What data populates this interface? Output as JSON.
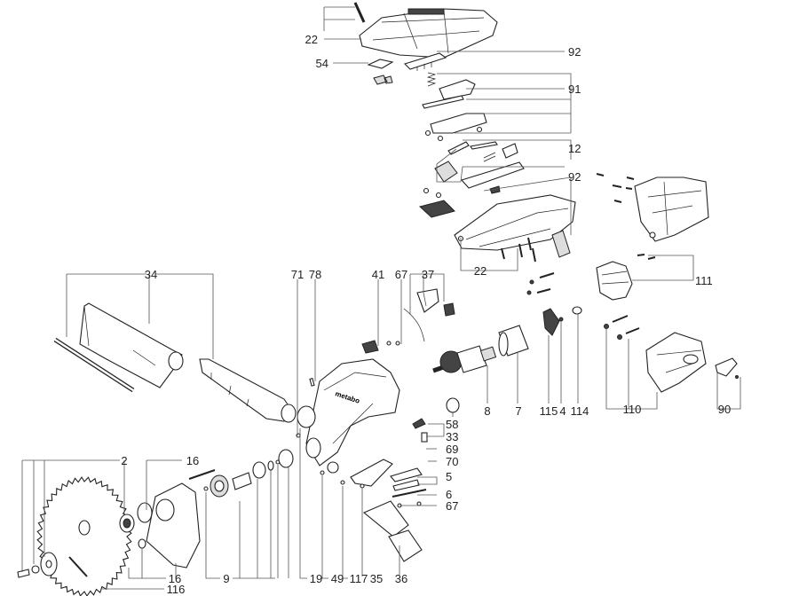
{
  "diagram": {
    "type": "exploded-parts-view",
    "subject": "Miter saw assembly",
    "brand_mark": "metabo",
    "labels": [
      {
        "id": "22a",
        "text": "22"
      },
      {
        "id": "92a",
        "text": "92"
      },
      {
        "id": "54",
        "text": "54"
      },
      {
        "id": "91",
        "text": "91"
      },
      {
        "id": "12",
        "text": "12"
      },
      {
        "id": "92b",
        "text": "92"
      },
      {
        "id": "22b",
        "text": "22"
      },
      {
        "id": "111",
        "text": "111"
      },
      {
        "id": "34",
        "text": "34"
      },
      {
        "id": "71",
        "text": "71"
      },
      {
        "id": "78",
        "text": "78"
      },
      {
        "id": "41",
        "text": "41"
      },
      {
        "id": "67a",
        "text": "67"
      },
      {
        "id": "37",
        "text": "37"
      },
      {
        "id": "8",
        "text": "8"
      },
      {
        "id": "7",
        "text": "7"
      },
      {
        "id": "115",
        "text": "115"
      },
      {
        "id": "4",
        "text": "4"
      },
      {
        "id": "114",
        "text": "114"
      },
      {
        "id": "110",
        "text": "110"
      },
      {
        "id": "90",
        "text": "90"
      },
      {
        "id": "58",
        "text": "58"
      },
      {
        "id": "33",
        "text": "33"
      },
      {
        "id": "69",
        "text": "69"
      },
      {
        "id": "70",
        "text": "70"
      },
      {
        "id": "5",
        "text": "5"
      },
      {
        "id": "6",
        "text": "6"
      },
      {
        "id": "67b",
        "text": "67"
      },
      {
        "id": "2",
        "text": "2"
      },
      {
        "id": "16a",
        "text": "16"
      },
      {
        "id": "16b",
        "text": "16"
      },
      {
        "id": "116",
        "text": "116"
      },
      {
        "id": "9",
        "text": "9"
      },
      {
        "id": "19",
        "text": "19"
      },
      {
        "id": "49",
        "text": "49"
      },
      {
        "id": "117",
        "text": "117"
      },
      {
        "id": "35",
        "text": "35"
      },
      {
        "id": "36",
        "text": "36"
      }
    ]
  }
}
